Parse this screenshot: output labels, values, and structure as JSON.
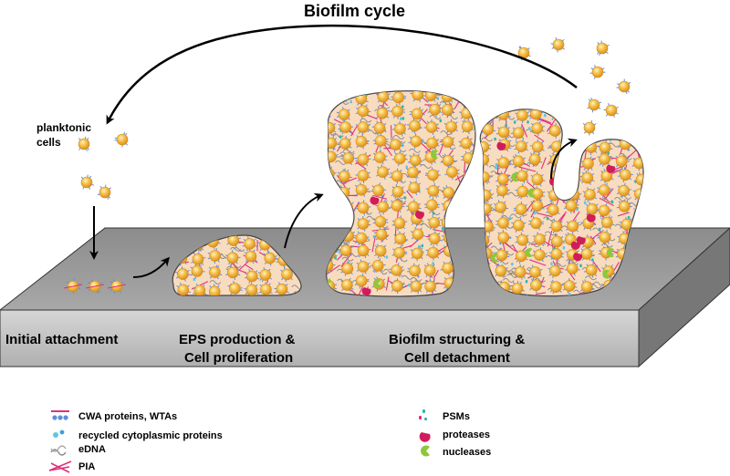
{
  "title": "Biofilm cycle",
  "planktonic_label_line1": "planktonic",
  "planktonic_label_line2": "cells",
  "stages": [
    {
      "line1": "Initial attachment",
      "line2": ""
    },
    {
      "line1": "EPS production &",
      "line2": "Cell proliferation"
    },
    {
      "line1": "Biofilm structuring &",
      "line2": "Cell detachment"
    }
  ],
  "legend_left": [
    {
      "icon": "cwa-wta-icon",
      "label": "CWA proteins, WTAs"
    },
    {
      "icon": "recycled-protein-icon",
      "label": "recycled cytoplasmic proteins"
    },
    {
      "icon": "edna-icon",
      "label": "eDNA"
    },
    {
      "icon": "pia-icon",
      "label": "PIA"
    }
  ],
  "legend_right": [
    {
      "icon": "psm-icon",
      "label": "PSMs"
    },
    {
      "icon": "protease-icon",
      "label": "proteases"
    },
    {
      "icon": "nuclease-icon",
      "label": "nucleases"
    }
  ],
  "colors": {
    "cell": "#f2b340",
    "cell_edge": "#d88a1a",
    "matrix": "#f8dcc0",
    "pia": "#e0307c",
    "cwa": "#5f8fd8",
    "protease": "#d11c5a",
    "nuclease": "#8cc83a",
    "psm": "#2fb7a8",
    "surface_top": "#9a9a9a",
    "surface_front": "#c9c9c9"
  }
}
